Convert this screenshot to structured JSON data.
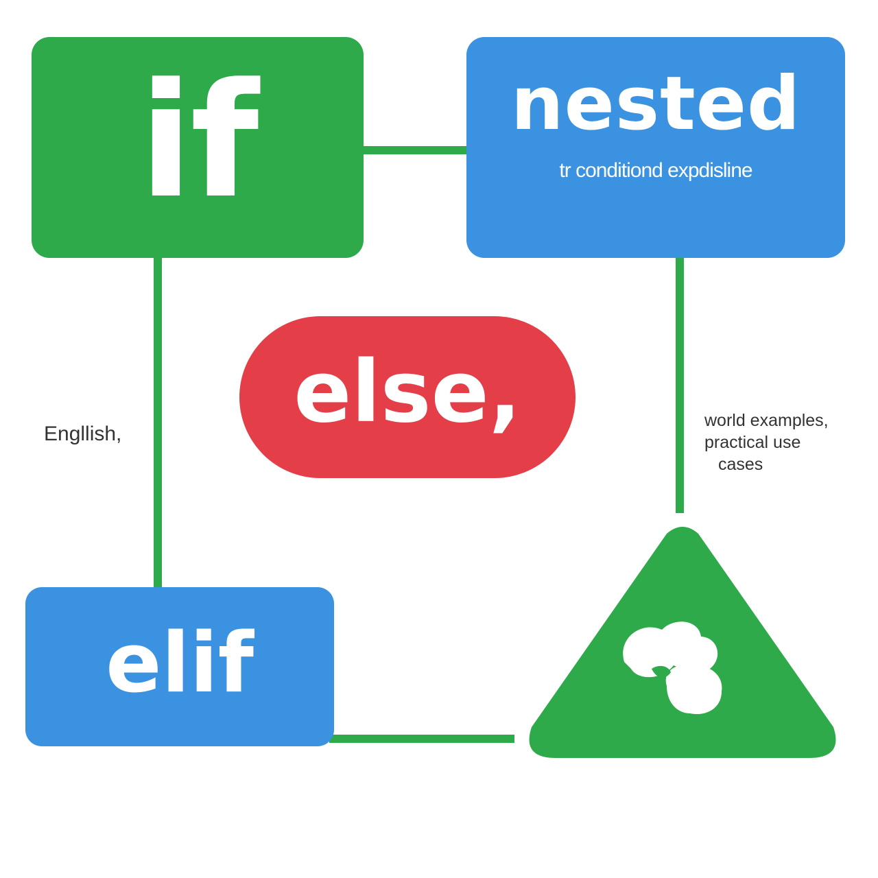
{
  "colors": {
    "green": "#2eaa4a",
    "blue": "#3a92e0",
    "red": "#e43e48",
    "connector": "#2eaa4a",
    "text_dark": "#333333"
  },
  "nodes": {
    "if": {
      "label": "if"
    },
    "nested": {
      "label": "nested",
      "subtitle": "tr conditiond expdisline"
    },
    "else": {
      "label": "else,"
    },
    "elif": {
      "label": "elif"
    },
    "triangle": {
      "icon": "blob-icon"
    }
  },
  "labels": {
    "left": "Engllish,",
    "right": [
      "world examples,",
      "practical use",
      "cases"
    ]
  }
}
